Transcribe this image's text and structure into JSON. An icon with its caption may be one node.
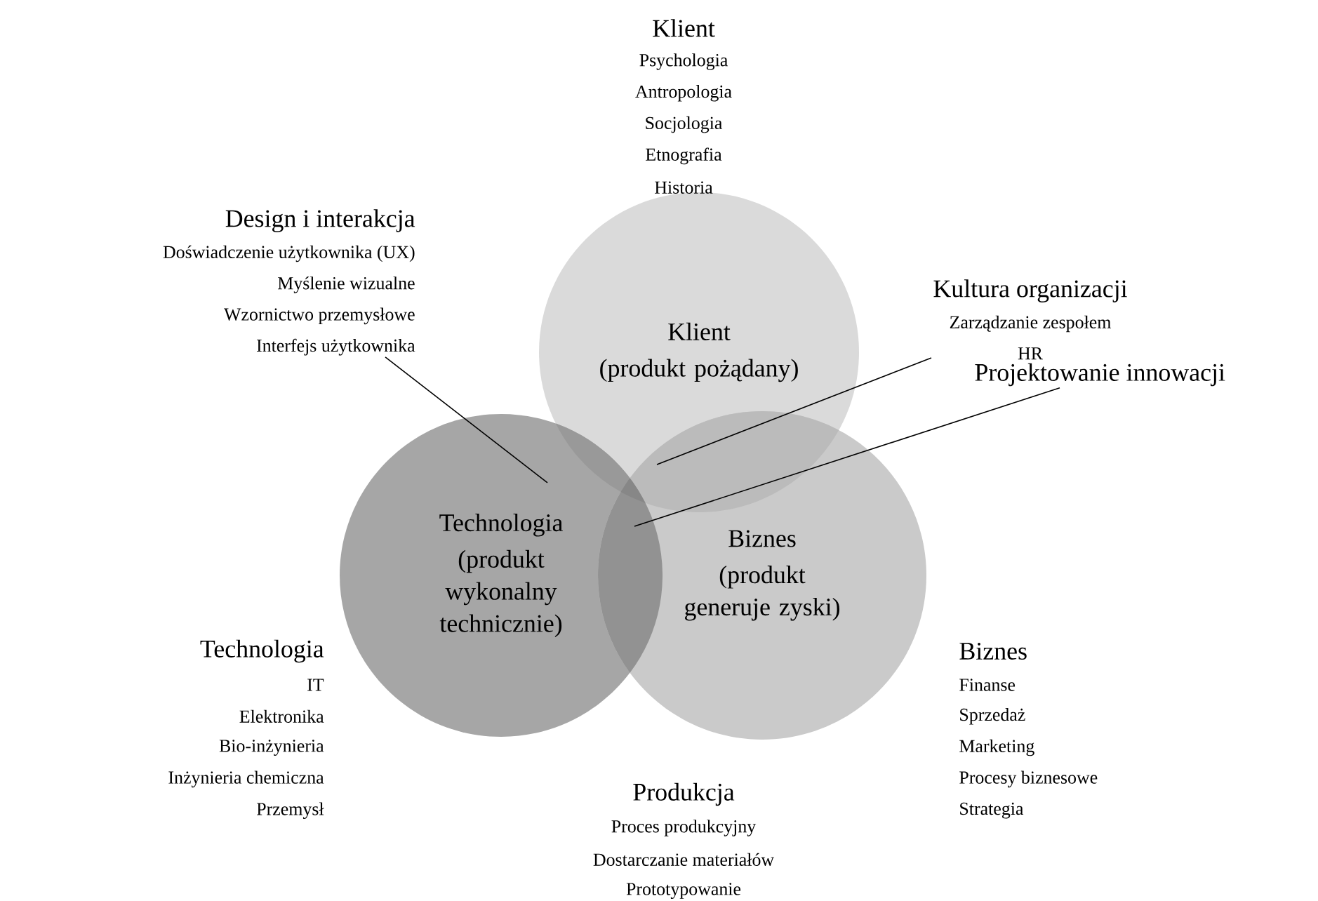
{
  "diagram": {
    "nodes": [
      {
        "text": [
          "Klient",
          "(produkt pożądany)"
        ]
      },
      {
        "text": [
          "Technologia",
          "(produkt wykonalny technicznie)"
        ]
      },
      {
        "text": [
          "Biznes",
          "(produkt generuje zyski)"
        ]
      },
      {
        "text": [
          "Design i interakcja",
          "Doświadczenie użytkownika (UX)",
          "Myślenie wizualne",
          "Wzornictwo przemysłowe",
          "Interfejs użytkownika"
        ]
      },
      {
        "text": [
          "Kultura organizacji",
          "Zarządzanie zespołem",
          "HR"
        ]
      },
      {
        "text": [
          "Projektowanie innowacji"
        ]
      }
    ],
    "edges": [
      {
        "from": 3,
        "to": 1,
        "arrow": "none"
      },
      {
        "from": 4,
        "to": 0,
        "arrow": "none"
      },
      {
        "from": 5,
        "to": 1,
        "arrow": "none"
      }
    ],
    "labels": [
      "Klient",
      "Psychologia",
      "Antropologia",
      "Socjologia",
      "Etnografia",
      "Historia",
      "Technologia",
      "IT",
      "Elektronika",
      "Bio-inżynieria",
      "Inżynieria chemiczna",
      "Przemysł",
      "Biznes",
      "Finanse",
      "Sprzedaż",
      "Marketing",
      "Procesy biznesowe",
      "Strategia",
      "Produkcja",
      "Proces produkcyjny",
      "Dostarczanie materiałów",
      "Prototypowanie"
    ]
  }
}
